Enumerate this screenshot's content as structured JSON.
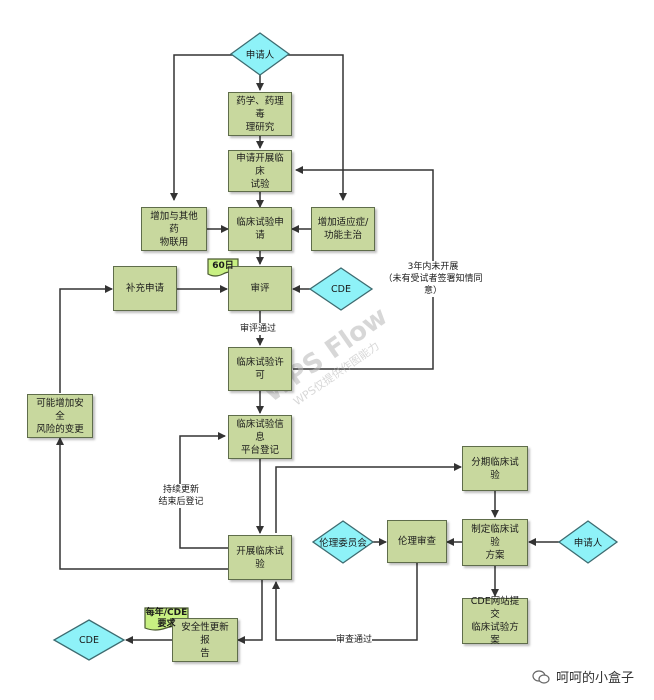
{
  "nodes": {
    "applicant_top": "申请人",
    "pharma_research": "药学、药理毒\n理研究",
    "apply_trial": "申请开展临床\n试验",
    "add_combo": "增加与其他药\n物联用",
    "trial_application": "临床试验申请",
    "add_indication": "增加适应症/\n功能主治",
    "supplement": "补充申请",
    "review": "审评",
    "cde_review": "CDE",
    "trial_permit": "临床试验许可",
    "safety_change": "可能增加安全\n风险的变更",
    "info_register": "临床试验信息\n平台登记",
    "staged_trial": "分期临床试验",
    "ethics_committee": "伦理委员会",
    "ethics_review": "伦理审查",
    "make_plan": "制定临床试验\n方案",
    "applicant_right": "申请人",
    "conduct_trial": "开展临床试验",
    "cde_submit": "CDE网站提交\n临床试验方案",
    "safety_report": "安全性更新报\n告",
    "cde_bottom": "CDE"
  },
  "tags": {
    "days60": "60日",
    "yearly": "每年/CDE\n要求"
  },
  "labels": {
    "review_passed": "审评通过",
    "three_years": "3年内未开展\n（未有受试者签署知情同意）",
    "continuous": "持续更新\n结束后登记",
    "ethics_passed": "审查通过"
  },
  "watermark": {
    "main": "WPS Flow",
    "sub": "WPS仅提供作图能力"
  },
  "footer": {
    "account": "呵呵的小盒子"
  },
  "colors": {
    "box_fill": "#c8d89e",
    "box_border": "#5f6d4b",
    "diamond_fill": "#8ef2f8",
    "tag_fill": "#c8f082",
    "line": "#333333"
  }
}
